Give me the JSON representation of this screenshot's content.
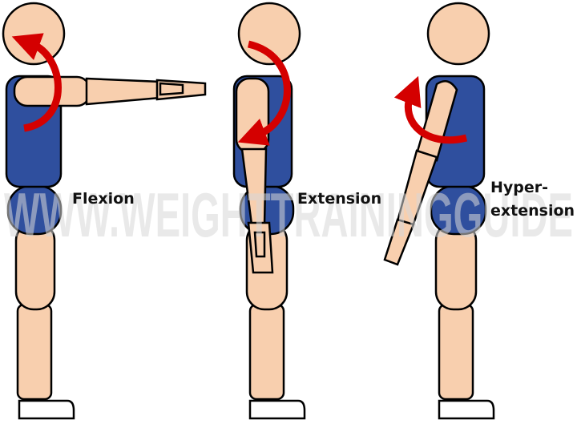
{
  "watermark": "WWW.WEIGHTTRAININGGUIDE",
  "labels": {
    "flexion": "Flexion",
    "extension": "Extension",
    "hyperextension_line1": "Hyper-",
    "hyperextension_line2": "extension"
  },
  "colors": {
    "skin": "#f8cfae",
    "shirt": "#2f4f9e",
    "arrow": "#d40000"
  }
}
